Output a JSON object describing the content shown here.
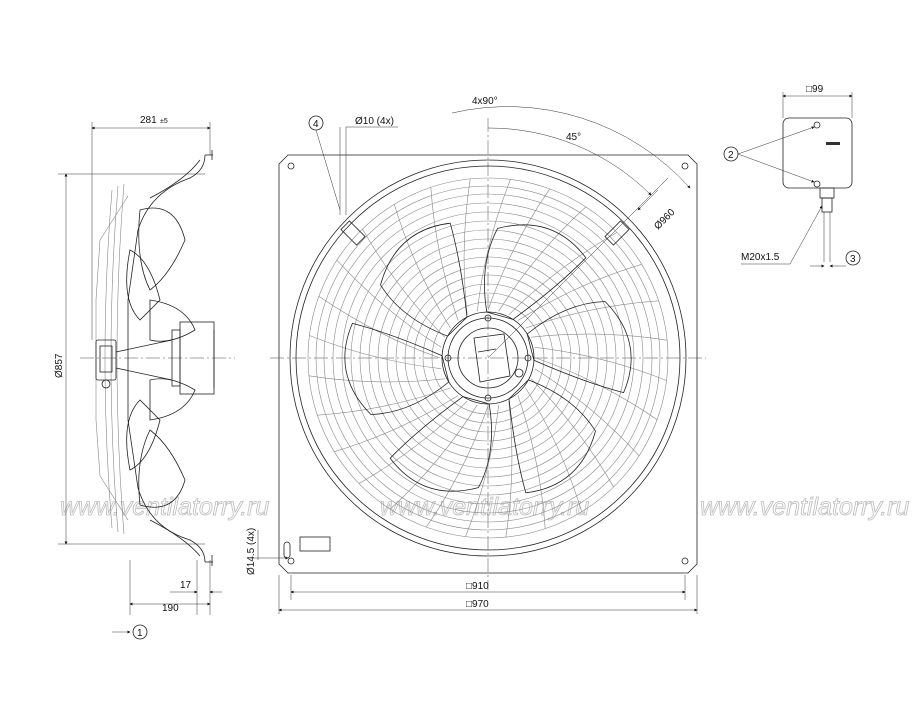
{
  "dimensions": {
    "depth": "281",
    "depth_tol": "±5",
    "diameter_side": "Ø857",
    "offset_17": "17",
    "offset_190": "190",
    "angle_4x90": "4x90°",
    "angle_45": "45°",
    "hole_dia": "Ø10 (4x)",
    "ring_dia": "Ø960",
    "slot": "Ø14.5 (4x)",
    "square_910": "□910",
    "square_970": "□970",
    "box_99": "□99",
    "thread": "M20x1.5"
  },
  "callouts": {
    "c1": "1",
    "c2": "2",
    "c3": "3",
    "c4": "4"
  },
  "watermark": {
    "text": "www.ventilatorry.ru"
  }
}
